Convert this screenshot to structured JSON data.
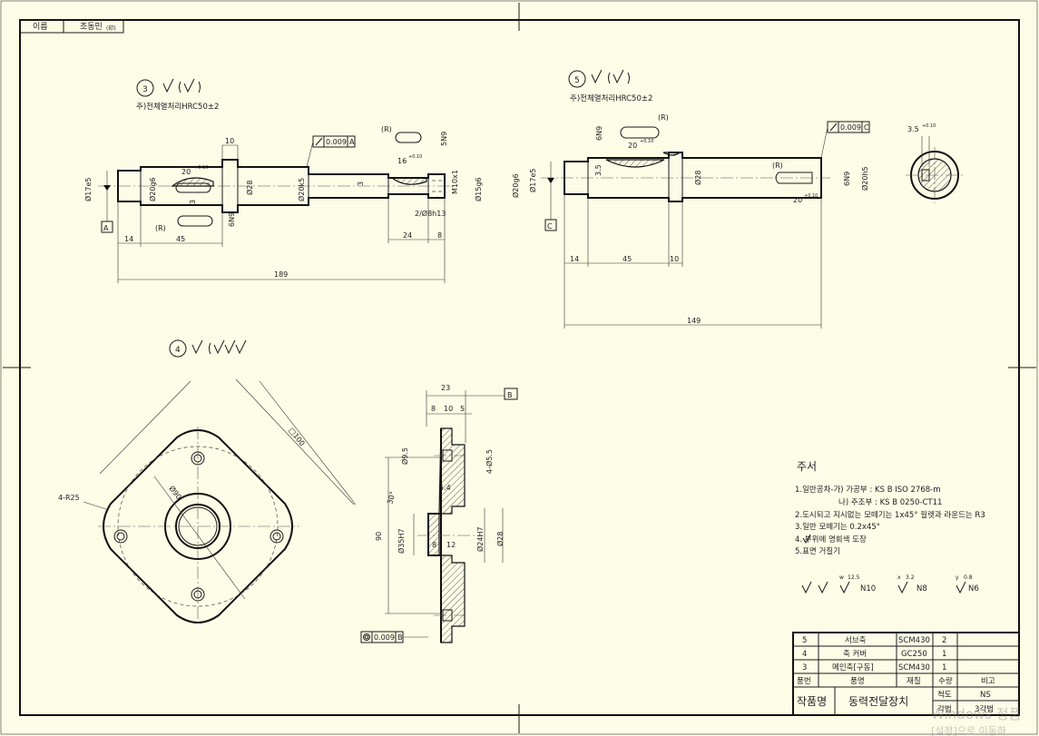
{
  "title_tab": {
    "name_label": "이름",
    "name_value": "조동민",
    "name_suffix": "(印)"
  },
  "parts": {
    "p3": {
      "number": "3",
      "note": "주)전체열처리HRC50±2",
      "datum": "A",
      "tolerance": {
        "value": "0.009",
        "datum": "A"
      },
      "dims": {
        "d17e5": "Ø17e5",
        "d20g6": "Ø20g6",
        "key_w": "20",
        "key_tol": "+0.10",
        "k3": "3",
        "k10": "10",
        "d28": "Ø28",
        "d20k5": "Ø20k5",
        "k3b": "3",
        "slot16": "16",
        "slot16_tol": "+0.10",
        "w5n9": "5N9",
        "m10": "M10x1",
        "d15g6": "Ø15g6",
        "groove": "2/Ø8h13",
        "w6n9": "6N9",
        "r1": "(R)",
        "r2": "(R)",
        "l14": "14",
        "l45": "45",
        "l24": "24",
        "l8": "8",
        "l189": "189"
      }
    },
    "p5": {
      "number": "5",
      "note": "주)전체열처리HRC50±2",
      "datum": "C",
      "tolerance": {
        "value": "0.009",
        "datum": "C"
      },
      "dims": {
        "d20g6": "Ø20g6",
        "d17e5": "Ø17e5",
        "k35": "3.5",
        "k35_tol": "+0.10",
        "w6n9": "6N9",
        "key20": "20",
        "key20_tol": "+0.10",
        "r1": "(R)",
        "r2": "(R)",
        "d28": "Ø28",
        "w6n9b": "6N9",
        "d20h5": "Ø20h5",
        "key20b": "20",
        "key20b_tol": "+0.10",
        "l14": "14",
        "l45": "45",
        "l10": "10",
        "l149": "149",
        "sec35": "3.5",
        "sec35_tol": "+0.10"
      }
    },
    "p4": {
      "number": "4",
      "datum": "B",
      "tolerance": {
        "value": "0.009",
        "datum": "B"
      },
      "dims": {
        "sq100": "□100",
        "r25": "4-R25",
        "d90": "Ø90",
        "l23": "23",
        "l8": "8",
        "l10": "10",
        "l5": "5",
        "d95": "Ø9.5",
        "d55": "4-Ø5.5",
        "l54": "5.4",
        "a30": "30°",
        "d35h7": "Ø35H7",
        "l90": "90",
        "d24h7": "Ø24H7",
        "d28": "Ø28",
        "l8b": "8",
        "l12": "12"
      }
    }
  },
  "notes": {
    "heading": "주서",
    "lines": [
      "1.일반공차-가) 가공부 : KS B ISO 2768-m",
      "나) 주조부 : KS B 0250-CT11",
      "2.도시되고 지시없는 모떼기는 1x45° 필렛과 라운드는 R3",
      "3.일반 모떼기는 0.2x45°",
      "4.   부위에 명회색 도장",
      "5.표면 거칠기"
    ],
    "roughness": [
      "N10",
      "N8",
      "N6"
    ],
    "roughness_labels": [
      "w",
      "12.5",
      "x",
      "3.2",
      "y",
      "0.8"
    ]
  },
  "title_block": {
    "rows": [
      {
        "no": "5",
        "name": "서브축",
        "material": "SCM430",
        "qty": "2",
        "note": ""
      },
      {
        "no": "4",
        "name": "축 커버",
        "material": "GC250",
        "qty": "1",
        "note": ""
      },
      {
        "no": "3",
        "name": "메인축[구동]",
        "material": "SCM430",
        "qty": "1",
        "note": ""
      }
    ],
    "headers": {
      "no": "품번",
      "name": "품명",
      "material": "재질",
      "qty": "수량",
      "note": "비고"
    },
    "project_label": "작품명",
    "project_name": "동력전달장치",
    "scale_label": "척도",
    "scale_value": "NS",
    "projection_label": "각법",
    "projection_value": "3각법"
  },
  "watermark": {
    "line1": "Windows 정품",
    "line2": "[설정]으로 이동하"
  },
  "colors": {
    "paper": "#fdfce6",
    "line": "#111111",
    "hatch": "#333333"
  }
}
